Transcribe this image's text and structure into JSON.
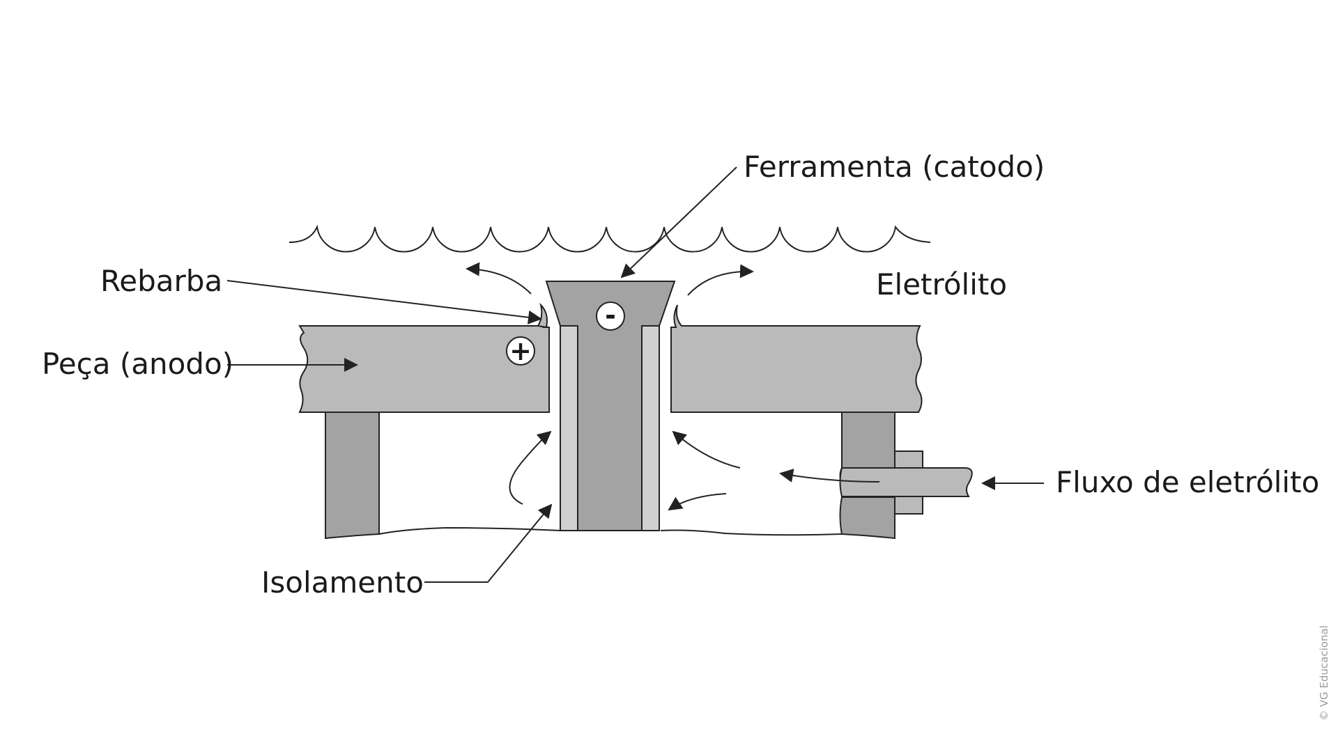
{
  "labels": {
    "ferramenta": "Ferramenta (catodo)",
    "eletrolito": "Eletrólito",
    "rebarba": "Rebarba",
    "peca": "Peça (anodo)",
    "fluxo": "Fluxo de eletrólito",
    "isolamento": "Isolamento"
  },
  "polarity": {
    "anode_sign": "+",
    "cathode_sign": "-"
  },
  "credit": "© VG Educacional",
  "colors": {
    "workpiece": "#bababa",
    "tool": "#a3a3a3",
    "insulation": "#d0d0d0",
    "support": "#a3a3a3",
    "outline": "#222222",
    "background": "#ffffff"
  }
}
